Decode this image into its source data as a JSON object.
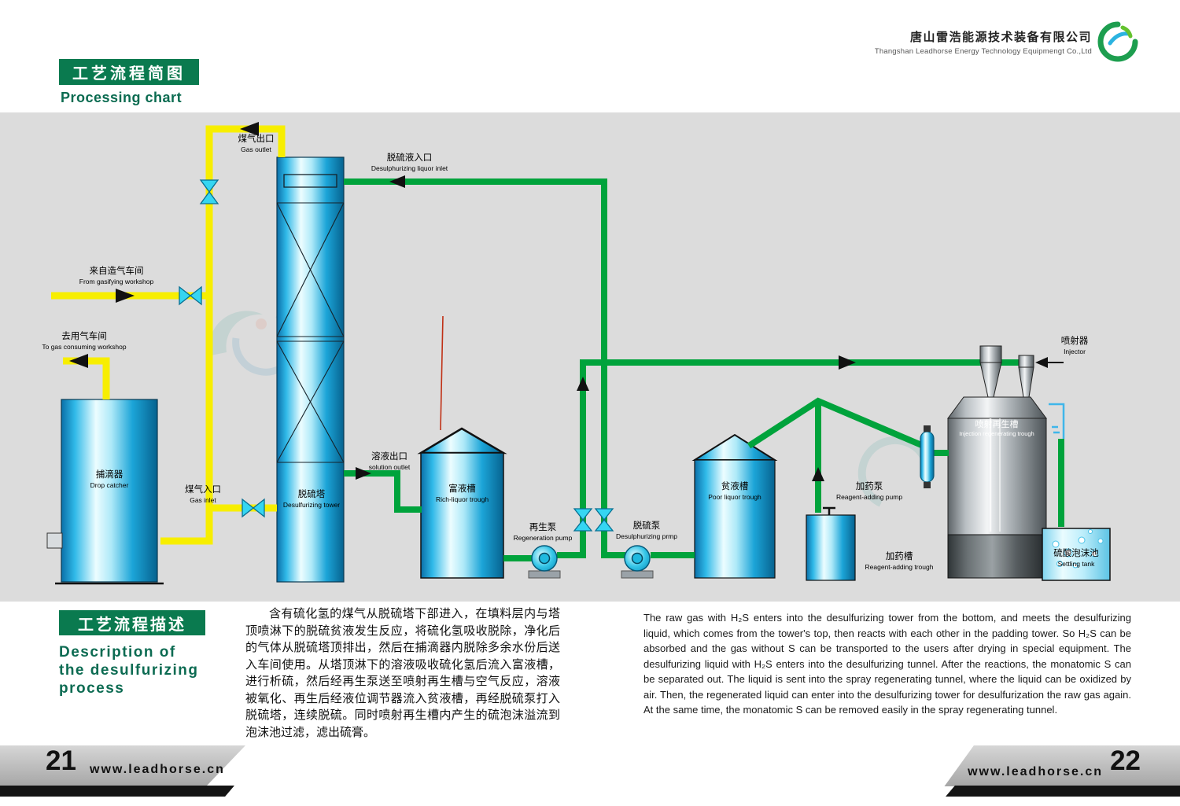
{
  "header": {
    "title_cn": "工艺流程简图",
    "title_en": "Processing chart",
    "company_cn": "唐山雷浩能源技术装备有限公司",
    "company_en": "Thangshan Leadhorse Energy Technology Equipmengt Co.,Ltd"
  },
  "diagram": {
    "gas_outlet": {
      "cn": "煤气出口",
      "en": "Gas outlet"
    },
    "liquor_inlet": {
      "cn": "脱硫液入口",
      "en": "Desulphurizing liquor inlet"
    },
    "from_gasifying": {
      "cn": "来自造气车间",
      "en": "From gasifying workshop"
    },
    "to_gas_consuming": {
      "cn": "去用气车间",
      "en": "To gas consuming workshop"
    },
    "drop_catcher": {
      "cn": "捕滴器",
      "en": "Drop catcher"
    },
    "gas_inlet": {
      "cn": "煤气入口",
      "en": "Gas inlet"
    },
    "tower": {
      "cn": "脱硫塔",
      "en": "Desulfurizing tower"
    },
    "solution_outlet": {
      "cn": "溶液出口",
      "en": "solution outlet"
    },
    "rich_trough": {
      "cn": "富液槽",
      "en": "Rich-liquor trough"
    },
    "regen_pump": {
      "cn": "再生泵",
      "en": "Regeneration pump"
    },
    "desulph_pump": {
      "cn": "脱硫泵",
      "en": "Desulphurizing prmp"
    },
    "poor_trough": {
      "cn": "贫液槽",
      "en": "Poor liquor trough"
    },
    "reagent_pump": {
      "cn": "加药泵",
      "en": "Reagent-adding pump"
    },
    "reagent_trough": {
      "cn": "加药槽",
      "en": "Reagent-adding trough"
    },
    "injection_trough": {
      "cn": "喷射再生槽",
      "en": "Injection regenerating trough"
    },
    "injector": {
      "cn": "喷射器",
      "en": "Injector"
    },
    "settling_tank": {
      "cn": "硫酸泡沫池",
      "en": "Settling tank"
    }
  },
  "description": {
    "heading_cn": "工艺流程描述",
    "heading_en": "Description of\nthe desulfurizing\nprocess",
    "body_cn": "含有硫化氢的煤气从脱硫塔下部进入，在填料层内与塔顶喷淋下的脱硫贫液发生反应，将硫化氢吸收脱除，净化后的气体从脱硫塔顶排出，然后在捕滴器内脱除多余水份后送入车间使用。从塔顶淋下的溶液吸收硫化氢后流入富液槽，进行析硫，然后经再生泵送至喷射再生槽与空气反应，溶液被氧化、再生后经液位调节器流入贫液槽，再经脱硫泵打入脱硫塔，连续脱硫。同时喷射再生槽内产生的硫泡沫溢流到泡沫池过滤，滤出硫膏。",
    "body_en": "The raw gas with H₂S enters into the desulfurizing tower from the bottom, and meets the desulfurizing liquid, which comes from the tower's top, then reacts with each other in the padding tower. So H₂S can be absorbed and the gas without S can be transported to the users after drying in special equipment. The desulfurizing liquid with H₂S enters into the desulfurizing tunnel. After the reactions, the monatomic S can be separated out. The liquid is sent into the spray regenerating tunnel, where the liquid can be oxidized by air. Then, the regenerated liquid can enter into the desulfurizing tower for desulfurization the raw gas again. At the same time, the monatomic S can be removed easily in the spray regenerating tunnel."
  },
  "footer": {
    "page_left": "21",
    "page_right": "22",
    "website": "www.leadhorse.cn"
  },
  "colors": {
    "accent_green": "#0a7a4f",
    "pipe_gas_yellow": "#f7ee00",
    "pipe_liquid_green": "#00a33c",
    "vessel_cyan": "#00aadd",
    "vessel_gray": "#8a9096",
    "valve_cyan": "#35d6f2",
    "diagram_background": "#dcdcdc"
  }
}
